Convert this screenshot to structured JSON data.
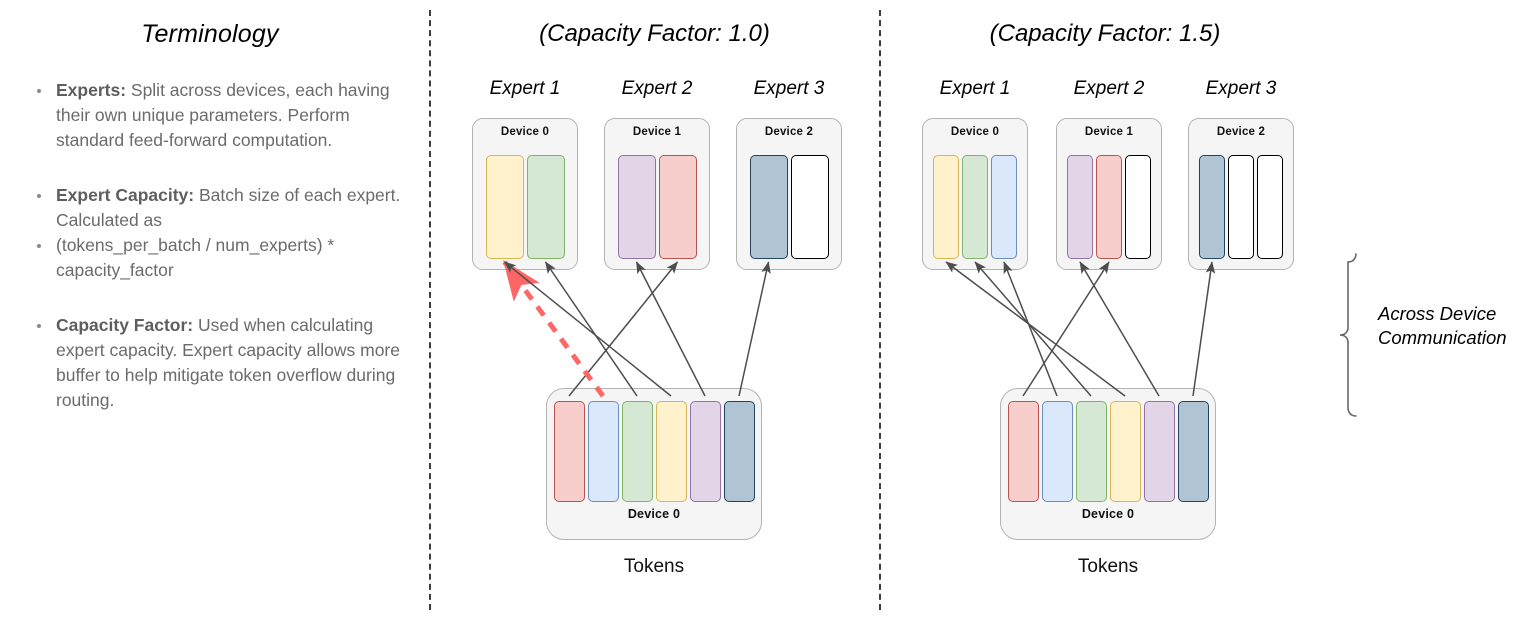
{
  "terminology": {
    "title": "Terminology",
    "items": [
      {
        "name": "Experts:",
        "text": " Split across devices, each having their own unique parameters. Perform standard feed-forward computation."
      },
      {
        "name": "Expert Capacity:",
        "text": " Batch size of each expert. Calculated as"
      },
      {
        "name": "",
        "text": "(tokens_per_batch / num_experts) * capacity_factor"
      },
      {
        "name": "Capacity Factor:",
        "text": " Used when calculating expert capacity. Expert capacity allows more buffer to help mitigate token overflow during routing."
      }
    ]
  },
  "panels": [
    {
      "title": "(Capacity Factor: 1.0)",
      "capacity_factor": 1.0,
      "slots_per_expert": 2,
      "experts": [
        {
          "label": "Expert 1",
          "device": "Device 0",
          "slots": [
            "yellow",
            "green"
          ]
        },
        {
          "label": "Expert 2",
          "device": "Device 1",
          "slots": [
            "purple",
            "red"
          ]
        },
        {
          "label": "Expert 3",
          "device": "Device 2",
          "slots": [
            "bluegray",
            "empty"
          ]
        }
      ],
      "tokens": {
        "device": "Device 0",
        "caption": "Tokens",
        "cells": [
          "red",
          "blue",
          "green",
          "yellow",
          "purple",
          "bluegray"
        ]
      },
      "routes": [
        {
          "token": 0,
          "expert": 1,
          "slot": 1,
          "style": "solid"
        },
        {
          "token": 1,
          "expert": 0,
          "slot": 0,
          "style": "dashed-dropped"
        },
        {
          "token": 2,
          "expert": 0,
          "slot": 1,
          "style": "solid"
        },
        {
          "token": 3,
          "expert": 0,
          "slot": 0,
          "style": "solid"
        },
        {
          "token": 4,
          "expert": 1,
          "slot": 0,
          "style": "solid"
        },
        {
          "token": 5,
          "expert": 2,
          "slot": 0,
          "style": "solid"
        }
      ]
    },
    {
      "title": "(Capacity Factor: 1.5)",
      "capacity_factor": 1.5,
      "slots_per_expert": 3,
      "experts": [
        {
          "label": "Expert 1",
          "device": "Device 0",
          "slots": [
            "yellow",
            "green",
            "blue"
          ]
        },
        {
          "label": "Expert 2",
          "device": "Device 1",
          "slots": [
            "purple",
            "red",
            "empty"
          ]
        },
        {
          "label": "Expert 3",
          "device": "Device 2",
          "slots": [
            "bluegray",
            "empty",
            "empty"
          ]
        }
      ],
      "tokens": {
        "device": "Device 0",
        "caption": "Tokens",
        "cells": [
          "red",
          "blue",
          "green",
          "yellow",
          "purple",
          "bluegray"
        ]
      },
      "routes": [
        {
          "token": 0,
          "expert": 1,
          "slot": 1,
          "style": "solid"
        },
        {
          "token": 1,
          "expert": 0,
          "slot": 2,
          "style": "solid"
        },
        {
          "token": 2,
          "expert": 0,
          "slot": 1,
          "style": "solid"
        },
        {
          "token": 3,
          "expert": 0,
          "slot": 0,
          "style": "solid"
        },
        {
          "token": 4,
          "expert": 1,
          "slot": 0,
          "style": "solid"
        },
        {
          "token": 5,
          "expert": 2,
          "slot": 0,
          "style": "solid"
        }
      ]
    }
  ],
  "annotation": {
    "across_device_communication": "Across Device\nCommunication"
  },
  "colors": {
    "red": {
      "fill": "#f8cecc",
      "stroke": "#b85450"
    },
    "blue": {
      "fill": "#dae8fc",
      "stroke": "#6c8ebf"
    },
    "green": {
      "fill": "#d5e8d4",
      "stroke": "#82b366"
    },
    "yellow": {
      "fill": "#fff2cc",
      "stroke": "#d6b656"
    },
    "purple": {
      "fill": "#e1d5e7",
      "stroke": "#9673a6"
    },
    "bluegray": {
      "fill": "#b1c4d4",
      "stroke": "#23445d"
    },
    "empty": {
      "fill": "#ffffff",
      "stroke": "#000000"
    },
    "arrow": "#4d4d4d",
    "dropped_arrow": "#ff6666",
    "box_fill": "#f5f5f5",
    "box_stroke": "#b3b3b3",
    "text": "#6b6b6b"
  }
}
